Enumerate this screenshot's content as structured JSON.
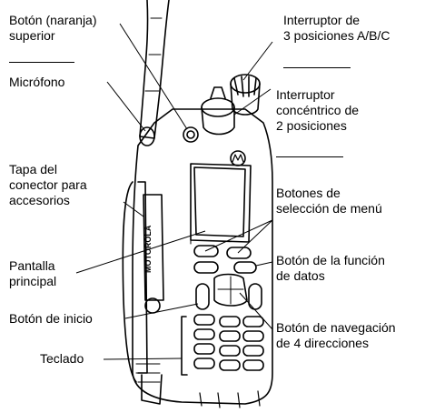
{
  "labels": {
    "top_button": [
      "Botón (naranja)",
      "superior"
    ],
    "microphone": "Micrófono",
    "accessory_cover": [
      "Tapa del",
      "conector para",
      "accesorios"
    ],
    "main_display": [
      "Pantalla",
      "principal"
    ],
    "home_button": "Botón de inicio",
    "keypad": "Teclado",
    "abc_switch": [
      "Interruptor de",
      "3 posiciones A/B/C"
    ],
    "concentric_switch": [
      "Interruptor",
      "concéntrico de",
      "2 posiciones"
    ],
    "menu_select_buttons": [
      "Botones de",
      "selección de menú"
    ],
    "data_feature_button": [
      "Botón de la función",
      "de datos"
    ],
    "nav_button": [
      "Botón de navegación",
      "de 4 direcciones"
    ]
  },
  "brand_text": "MOTOROLA"
}
